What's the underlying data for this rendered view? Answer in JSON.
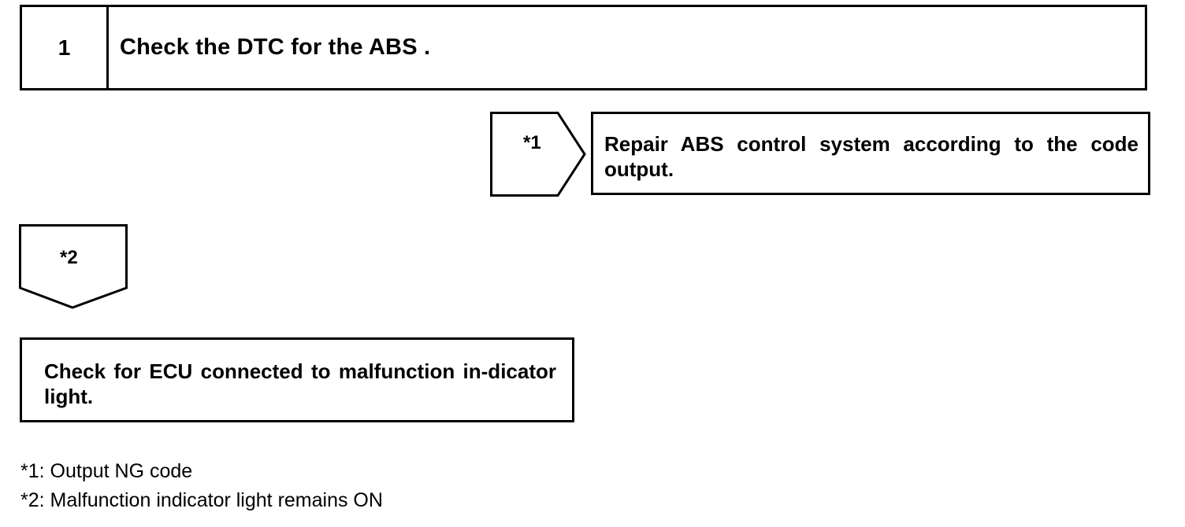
{
  "step": {
    "number": "1",
    "title": "Check the DTC for the ABS ."
  },
  "branches": [
    {
      "marker": "*1",
      "action": "Repair ABS control system according to the code output."
    },
    {
      "marker": "*2",
      "action": "Check for ECU connected to malfunction in-dicator light."
    }
  ],
  "legend": [
    "*1: Output NG code",
    "*2: Malfunction indicator light remains ON"
  ]
}
